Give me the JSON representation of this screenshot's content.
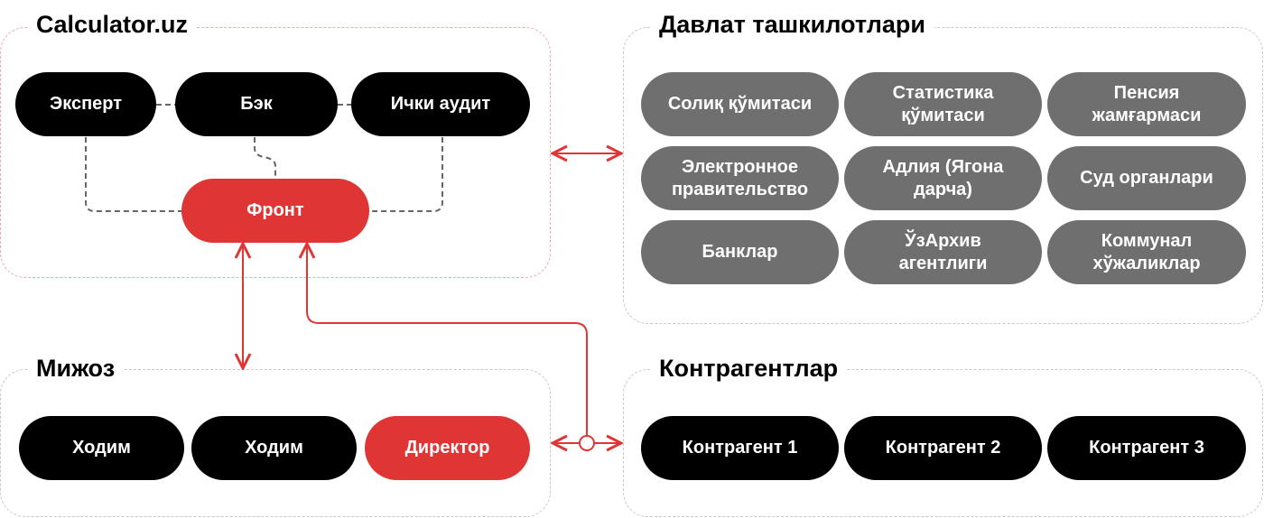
{
  "groups": {
    "calculator": {
      "title": "Calculator.uz",
      "nodes": [
        "Эксперт",
        "Бэк",
        "Ички аудит",
        "Фронт"
      ]
    },
    "government": {
      "title": "Давлат ташкилотлари",
      "nodes": [
        "Солиқ қўмитаси",
        "Статистика қўмитаси",
        "Пенсия жамғармаси",
        "Электронное правительство",
        "Адлия (Ягона дарча)",
        "Суд органлари",
        "Банклар",
        "ЎзАрхив агентлиги",
        "Коммунал хўжаликлар"
      ]
    },
    "client": {
      "title": "Мижоз",
      "nodes": [
        "Ходим",
        "Ходим",
        "Директор"
      ]
    },
    "contractors": {
      "title": "Контрагентлар",
      "nodes": [
        "Контрагент 1",
        "Контрагент 2",
        "Контрагент 3"
      ]
    }
  },
  "colors": {
    "accent": "#e03535",
    "node": "#000000",
    "gov_node": "#6f6f6f"
  }
}
